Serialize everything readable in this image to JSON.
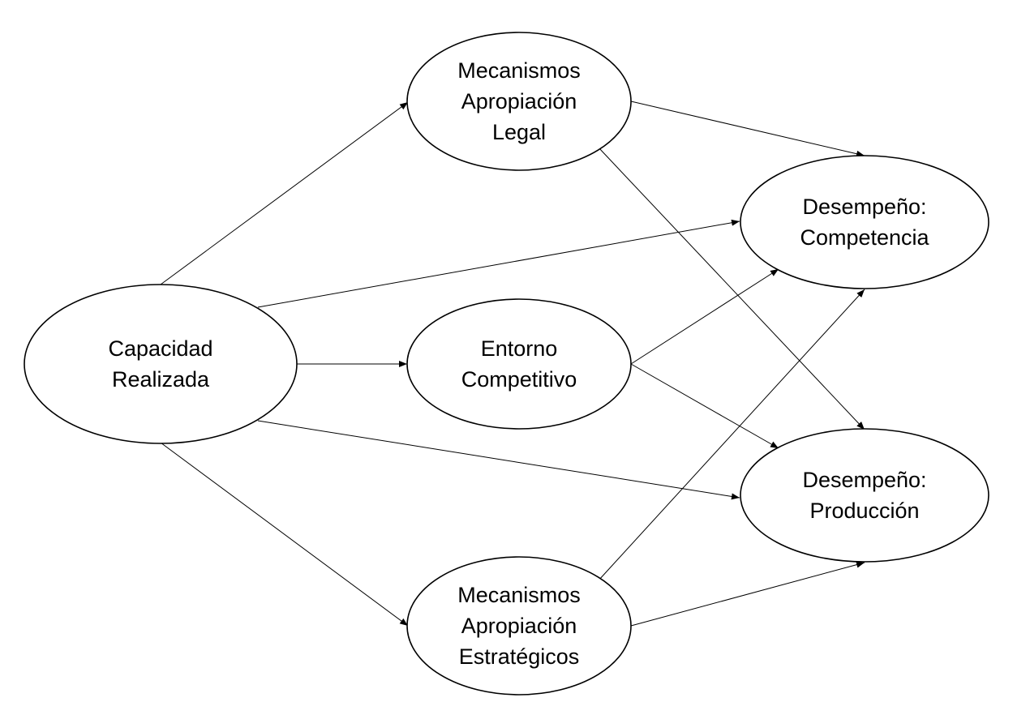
{
  "nodes": [
    {
      "id": "capacidad",
      "lines": [
        "Capacidad",
        "Realizada"
      ]
    },
    {
      "id": "legal",
      "lines": [
        "Mecanismos",
        "Apropiación",
        "Legal"
      ]
    },
    {
      "id": "entorno",
      "lines": [
        "Entorno",
        "Competitivo"
      ]
    },
    {
      "id": "estrategicos",
      "lines": [
        "Mecanismos",
        "Apropiación",
        "Estratégicos"
      ]
    },
    {
      "id": "competencia",
      "lines": [
        "Desempeño:",
        "Competencia"
      ]
    },
    {
      "id": "produccion",
      "lines": [
        "Desempeño:",
        "Producción"
      ]
    }
  ],
  "edges": [
    {
      "from": "capacidad",
      "to": "legal"
    },
    {
      "from": "capacidad",
      "to": "competencia"
    },
    {
      "from": "capacidad",
      "to": "entorno"
    },
    {
      "from": "capacidad",
      "to": "produccion"
    },
    {
      "from": "capacidad",
      "to": "estrategicos"
    },
    {
      "from": "legal",
      "to": "competencia"
    },
    {
      "from": "legal",
      "to": "produccion"
    },
    {
      "from": "entorno",
      "to": "competencia"
    },
    {
      "from": "entorno",
      "to": "produccion"
    },
    {
      "from": "estrategicos",
      "to": "competencia"
    },
    {
      "from": "estrategicos",
      "to": "produccion"
    }
  ],
  "colors": {
    "stroke": "#000000",
    "fill": "#ffffff",
    "text": "#000000"
  }
}
